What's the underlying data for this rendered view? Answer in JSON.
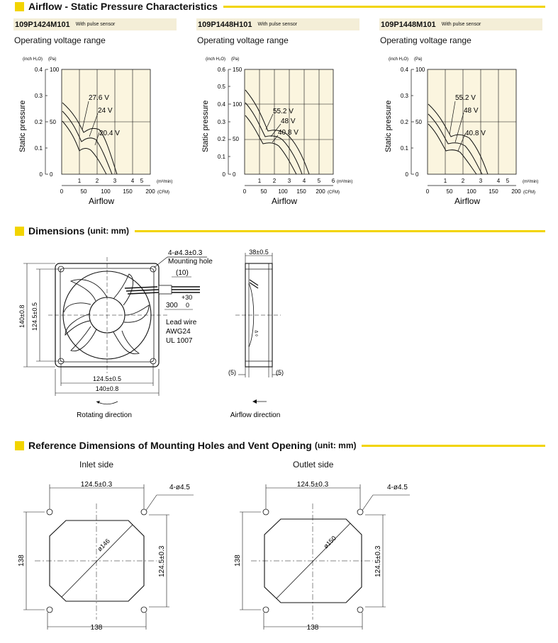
{
  "sections": {
    "airflow": "Airflow - Static Pressure Characteristics",
    "dimensions": "Dimensions",
    "dimensions_unit": "(unit: mm)",
    "reference": "Reference Dimensions of Mounting Holes and Vent Opening",
    "reference_unit": "(unit: mm)"
  },
  "models": [
    {
      "model": "109P1424M101",
      "sensor": "With pulse sensor",
      "subtitle": "Operating voltage range",
      "pq_labels": [
        "27.6 V",
        "24 V",
        "20.4 V"
      ],
      "inh2o_ticks": [
        "0.4",
        "0.3",
        "0.2",
        "0.1",
        "0"
      ],
      "pa_ticks": [
        "100",
        "50",
        "0"
      ],
      "m3_ticks": [
        "1",
        "2",
        "3",
        "4",
        "5"
      ],
      "cfm_ticks": [
        "0",
        "50",
        "100",
        "150",
        "200"
      ]
    },
    {
      "model": "109P1448H101",
      "sensor": "With pulse sensor",
      "subtitle": "Operating voltage range",
      "pq_labels": [
        "55.2 V",
        "48 V",
        "40.8 V"
      ],
      "inh2o_ticks": [
        "0.6",
        "0.5",
        "0.4",
        "0.3",
        "0.2",
        "0.1",
        "0"
      ],
      "pa_ticks": [
        "150",
        "100",
        "50",
        "0"
      ],
      "m3_ticks": [
        "1",
        "2",
        "3",
        "4",
        "5",
        "6"
      ],
      "cfm_ticks": [
        "0",
        "50",
        "100",
        "150",
        "200"
      ]
    },
    {
      "model": "109P1448M101",
      "sensor": "With pulse sensor",
      "subtitle": "Operating voltage range",
      "pq_labels": [
        "55.2 V",
        "48 V",
        "40.8 V"
      ],
      "inh2o_ticks": [
        "0.4",
        "0.3",
        "0.2",
        "0.1",
        "0"
      ],
      "pa_ticks": [
        "100",
        "50",
        "0"
      ],
      "m3_ticks": [
        "1",
        "2",
        "3",
        "4",
        "5"
      ],
      "cfm_ticks": [
        "0",
        "50",
        "100",
        "150",
        "200"
      ]
    }
  ],
  "chart_common": {
    "y_unit_inh2o": "(inch H₂O)",
    "y_unit_pa": "(Pa)",
    "ylabel": "Static pressure",
    "xlabel": "Airflow",
    "x_unit_m3": "(m³/min)",
    "x_unit_cfm": "(CFM)"
  },
  "dimensions": {
    "mounting_hole": "4-ø4.3±0.3",
    "mounting_hole_label": "Mounting hole",
    "lead_len_10": "(10)",
    "lead_tol": "+30",
    "lead_len": "300",
    "lead_tol_low": "0",
    "lead_wire": "Lead wire",
    "awg": "AWG24",
    "ul": "UL 1007",
    "outer_v": "140±0.8",
    "pitch_v": "124.5±0.5",
    "pitch_h": "124.5±0.5",
    "outer_h": "140±0.8",
    "depth": "38±0.5",
    "side_left": "(5)",
    "side_right": "(5)",
    "rotating": "Rotating direction",
    "airflow_dir": "Airflow direction"
  },
  "reference": {
    "inlet": {
      "title": "Inlet side",
      "pitch_top": "124.5±0.3",
      "holes": "4-ø4.5",
      "dia": "ø146",
      "pitch_right": "124.5±0.3",
      "left": "138",
      "bottom": "138"
    },
    "outlet": {
      "title": "Outlet side",
      "pitch_top": "124.5±0.3",
      "holes": "4-ø4.5",
      "dia": "ø150",
      "pitch_right": "124.5±0.3",
      "left": "138",
      "bottom": "138"
    }
  }
}
